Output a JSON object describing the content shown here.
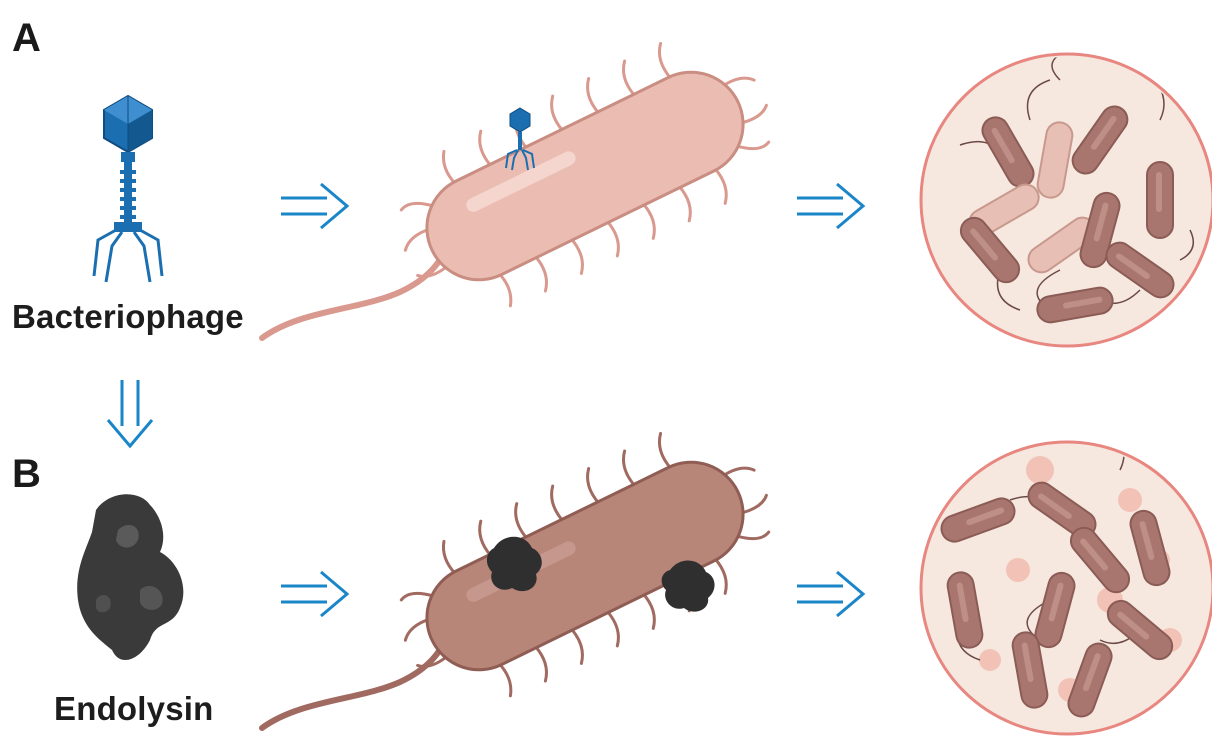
{
  "panels": [
    {
      "letter": "A",
      "agent_label": "Bacteriophage"
    },
    {
      "letter": "B",
      "agent_label": "Endolysin"
    }
  ],
  "icons": {
    "phage": "bacteriophage-icon",
    "endolysin": "endolysin-icon",
    "bacterium": "bacterium-icon",
    "lysed_culture": "lysed-bacteria-circle-icon",
    "arrow": "double-line-arrow-icon"
  },
  "colors": {
    "arrow": "#1a86c8",
    "phage": "#1b6fb0",
    "bacterium_a": "#e9b8ae",
    "bacterium_b": "#b07c72",
    "endolysin": "#3a3a3a",
    "circle_fill": "#f6e7df",
    "circle_stroke": "#e88680"
  }
}
